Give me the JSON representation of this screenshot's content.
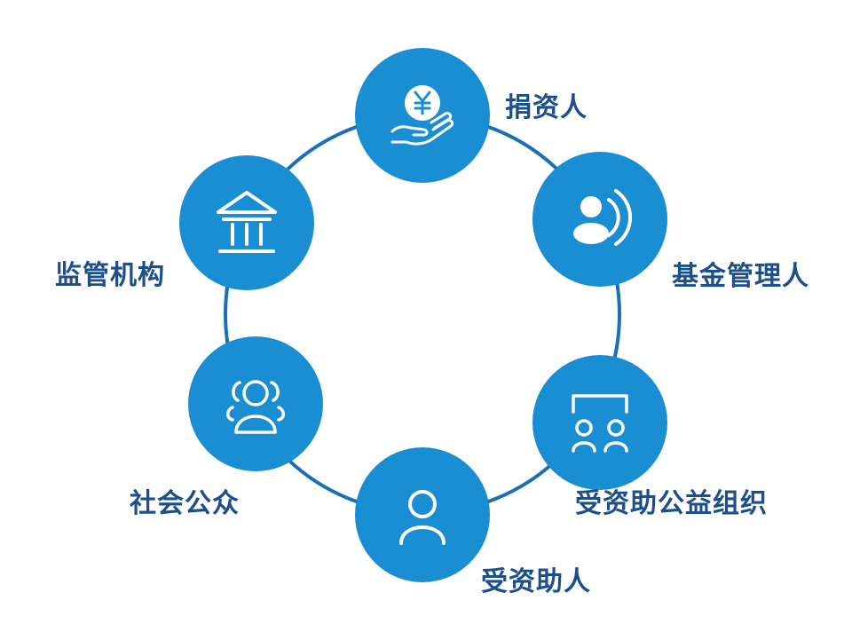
{
  "diagram": {
    "nodes": [
      {
        "id": "donor",
        "label": "捐资人",
        "icon": "yuan-coin-hand-icon"
      },
      {
        "id": "fund-manager",
        "label": "基金管理人",
        "icon": "person-speaking-icon"
      },
      {
        "id": "beneficiary-org",
        "label": "受资助公益组织",
        "icon": "group-board-icon"
      },
      {
        "id": "beneficiary-person",
        "label": "受资助人",
        "icon": "person-icon"
      },
      {
        "id": "public",
        "label": "社会公众",
        "icon": "crowd-icon"
      },
      {
        "id": "regulator",
        "label": "监管机构",
        "icon": "government-building-icon"
      }
    ],
    "colors": {
      "node_fill": "#1a8ed2",
      "ring_stroke": "#1a6fb5",
      "label_text": "#1d4f8a",
      "icon_stroke": "#ffffff"
    }
  }
}
